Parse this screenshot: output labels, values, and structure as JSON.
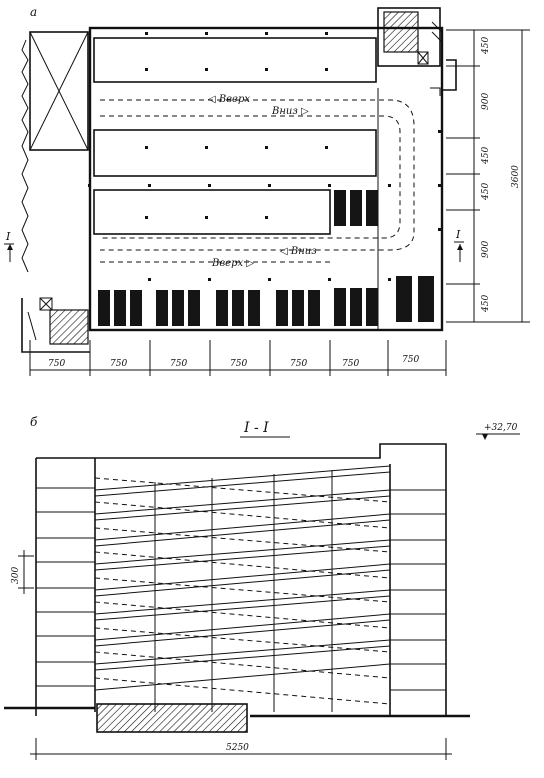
{
  "figure": {
    "plan_label": "а",
    "section_label": "б",
    "section_title": "I - I",
    "section_mark_left": "I",
    "section_mark_right": "I",
    "ramp_labels": {
      "up_top": "◁ Вверх",
      "down_top": "Вниз ▷",
      "down_bottom": "◁ Вниз",
      "up_bottom": "Вверх ▷"
    },
    "plan_bottom_dims": [
      "750",
      "750",
      "750",
      "750",
      "750",
      "750",
      "750"
    ],
    "plan_right_dims": [
      "450",
      "900",
      "450",
      "450",
      "900",
      "450"
    ],
    "plan_total_dim": "3600",
    "section_elevation": "+32,70",
    "section_floor_dim": "300",
    "section_length_dim": "5250"
  }
}
